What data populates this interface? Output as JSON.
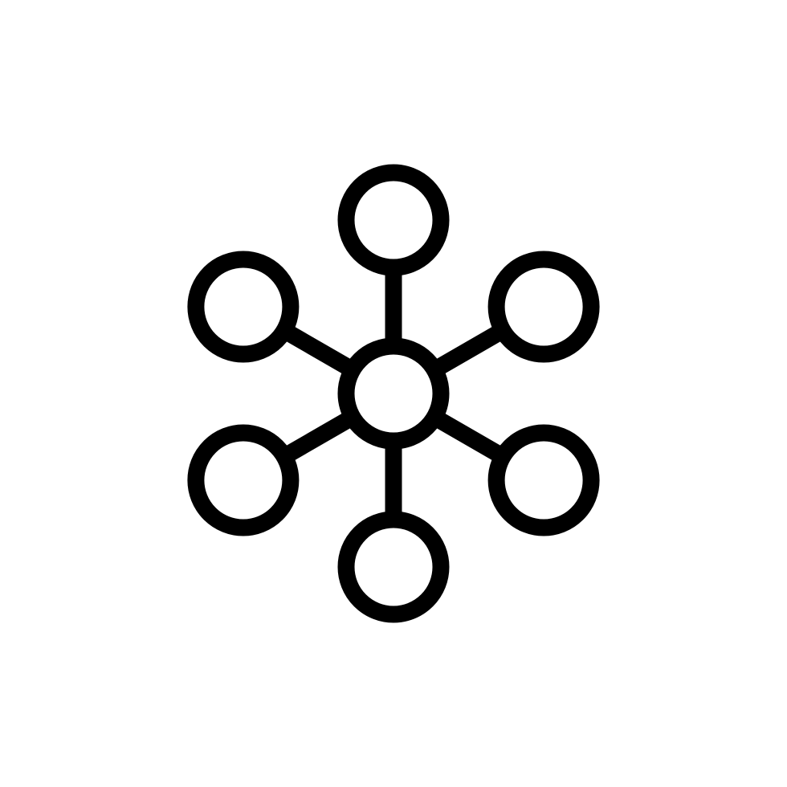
{
  "icon": {
    "name": "network-hub-icon",
    "background_color": "#ffffff",
    "stroke_color": "#000000",
    "hub": {
      "name": "hub"
    },
    "satellites": [
      {
        "name": "top"
      },
      {
        "name": "upper-right"
      },
      {
        "name": "lower-right"
      },
      {
        "name": "bottom"
      },
      {
        "name": "lower-left"
      },
      {
        "name": "upper-left"
      }
    ]
  }
}
